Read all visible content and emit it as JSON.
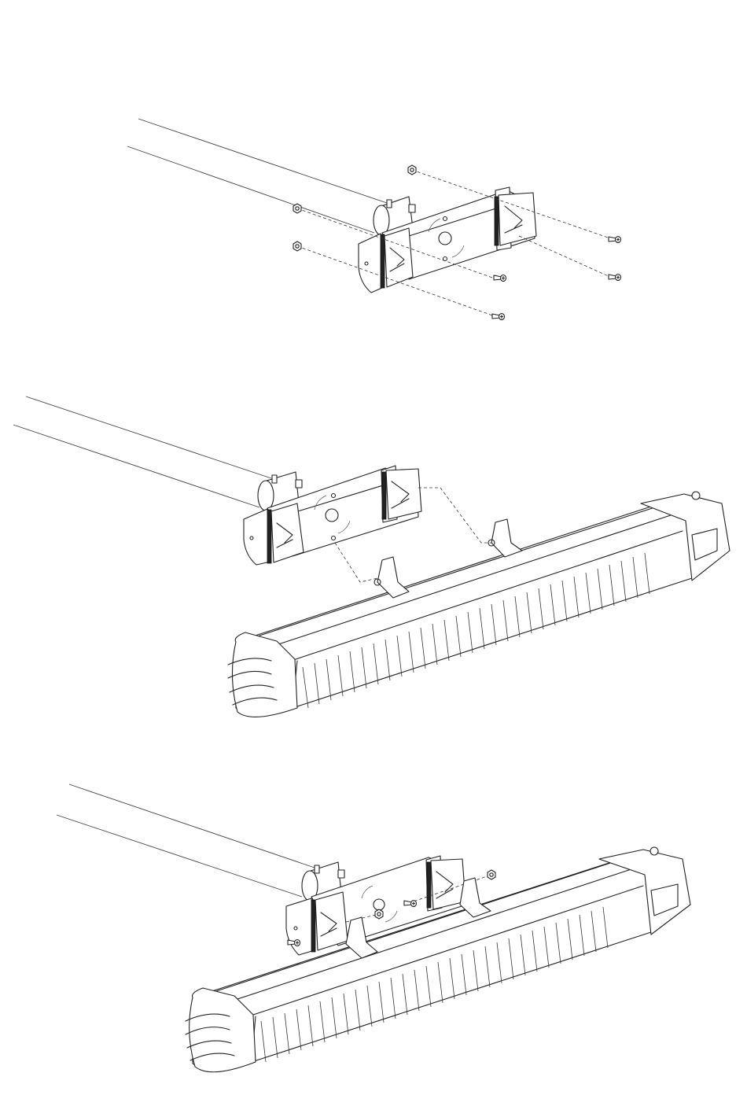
{
  "diagram": {
    "steps": [
      {
        "id": "step-1",
        "content": "bracket-exploded-with-screws-and-nuts"
      },
      {
        "id": "step-2",
        "content": "bracket-on-pole-with-heater-below"
      },
      {
        "id": "step-3",
        "content": "heater-attached-to-bracket"
      }
    ],
    "icons": [
      "nut-icon",
      "screw-icon"
    ],
    "colors": {
      "line": "#222222",
      "background": "#ffffff"
    }
  }
}
